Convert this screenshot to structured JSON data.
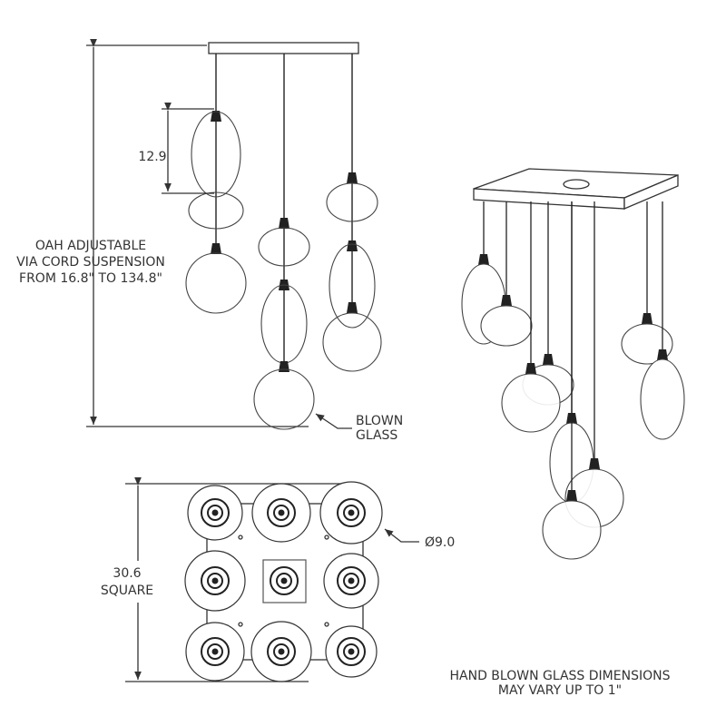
{
  "elevation": {
    "height_note_lines": [
      "OAH ADJUSTABLE",
      "VIA CORD SUSPENSION",
      "FROM 16.8\" TO 134.8\""
    ],
    "pendant_height": "12.9",
    "material_label_lines": [
      "BLOWN",
      "GLASS"
    ]
  },
  "plan": {
    "canopy_size_lines": [
      "30.6",
      "SQUARE"
    ],
    "glass_diameter": "Ø9.0"
  },
  "footnote_lines": [
    "HAND BLOWN GLASS DIMENSIONS",
    "MAY VARY UP TO 1\""
  ]
}
